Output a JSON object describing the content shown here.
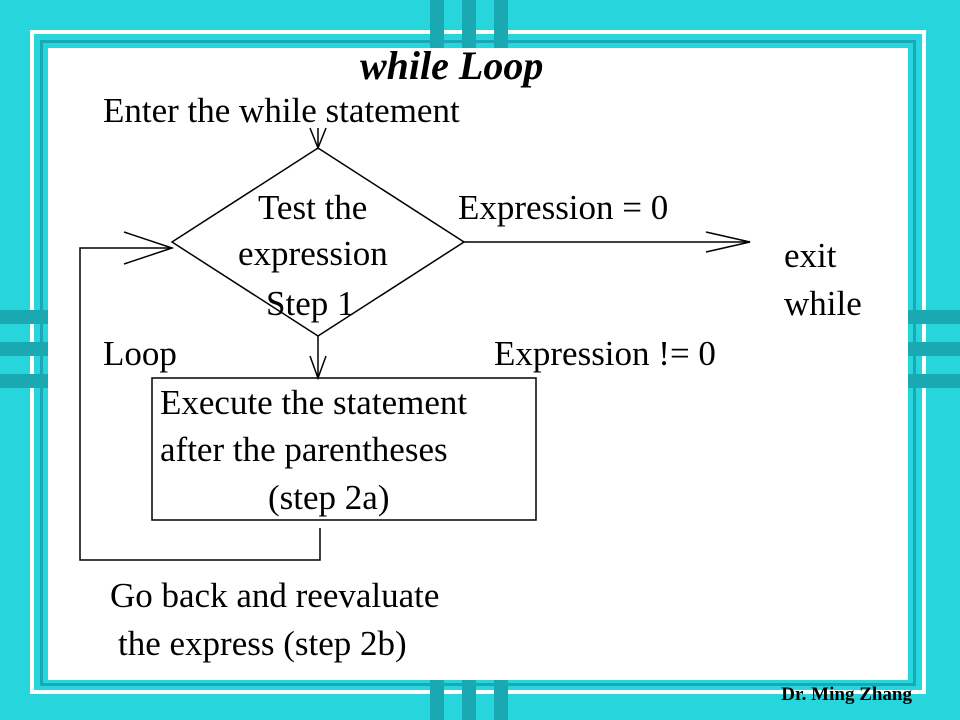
{
  "slide": {
    "title": "while Loop",
    "author": "Dr. Ming Zhang"
  },
  "diagram": {
    "enter_label": "Enter the while statement",
    "decision_line1": "Test the",
    "decision_line2": "expression",
    "decision_line3": "Step 1",
    "false_label": "Expression = 0",
    "exit_line1": "exit",
    "exit_line2": "while",
    "loop_label": "Loop",
    "true_label": "Expression != 0",
    "execute_line1": "Execute the statement",
    "execute_line2": "after the parentheses",
    "execute_line3": "(step 2a)",
    "goback_line1": "Go back and reevaluate",
    "goback_line2": "the express (step 2b)"
  },
  "colors": {
    "background": "#26d6dc",
    "frame_dark": "#1aa9b3",
    "frame_light": "#8ff2f5",
    "content": "#ffffff"
  }
}
